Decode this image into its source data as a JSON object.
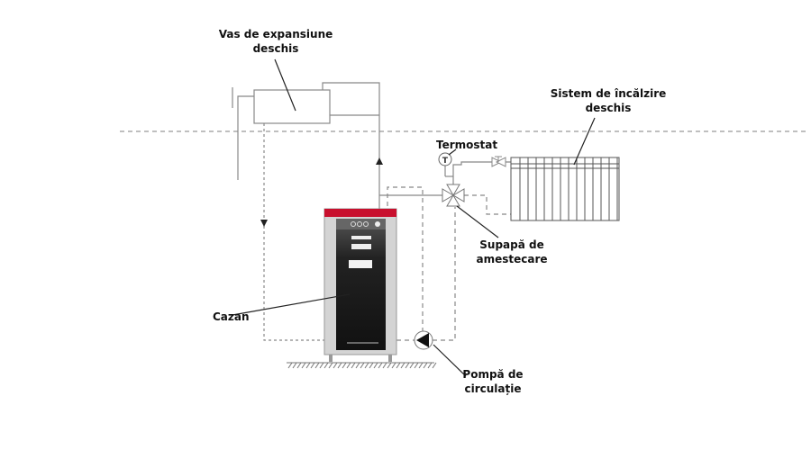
{
  "labels": {
    "expansion_tank": [
      "Vas de expansiune",
      "deschis"
    ],
    "heating_system": [
      "Sistem de încălzire",
      "deschis"
    ],
    "thermostat": "Termostat",
    "mixing_valve": [
      "Supapă de",
      "amestecare"
    ],
    "boiler": "Cazan",
    "pump": [
      "Pompă de",
      "circulație"
    ]
  },
  "colors": {
    "boiler_top": "#c8102e",
    "boiler_body": "#1e1e1e",
    "boiler_side": "#d4d4d4",
    "pipe": "#888888"
  }
}
